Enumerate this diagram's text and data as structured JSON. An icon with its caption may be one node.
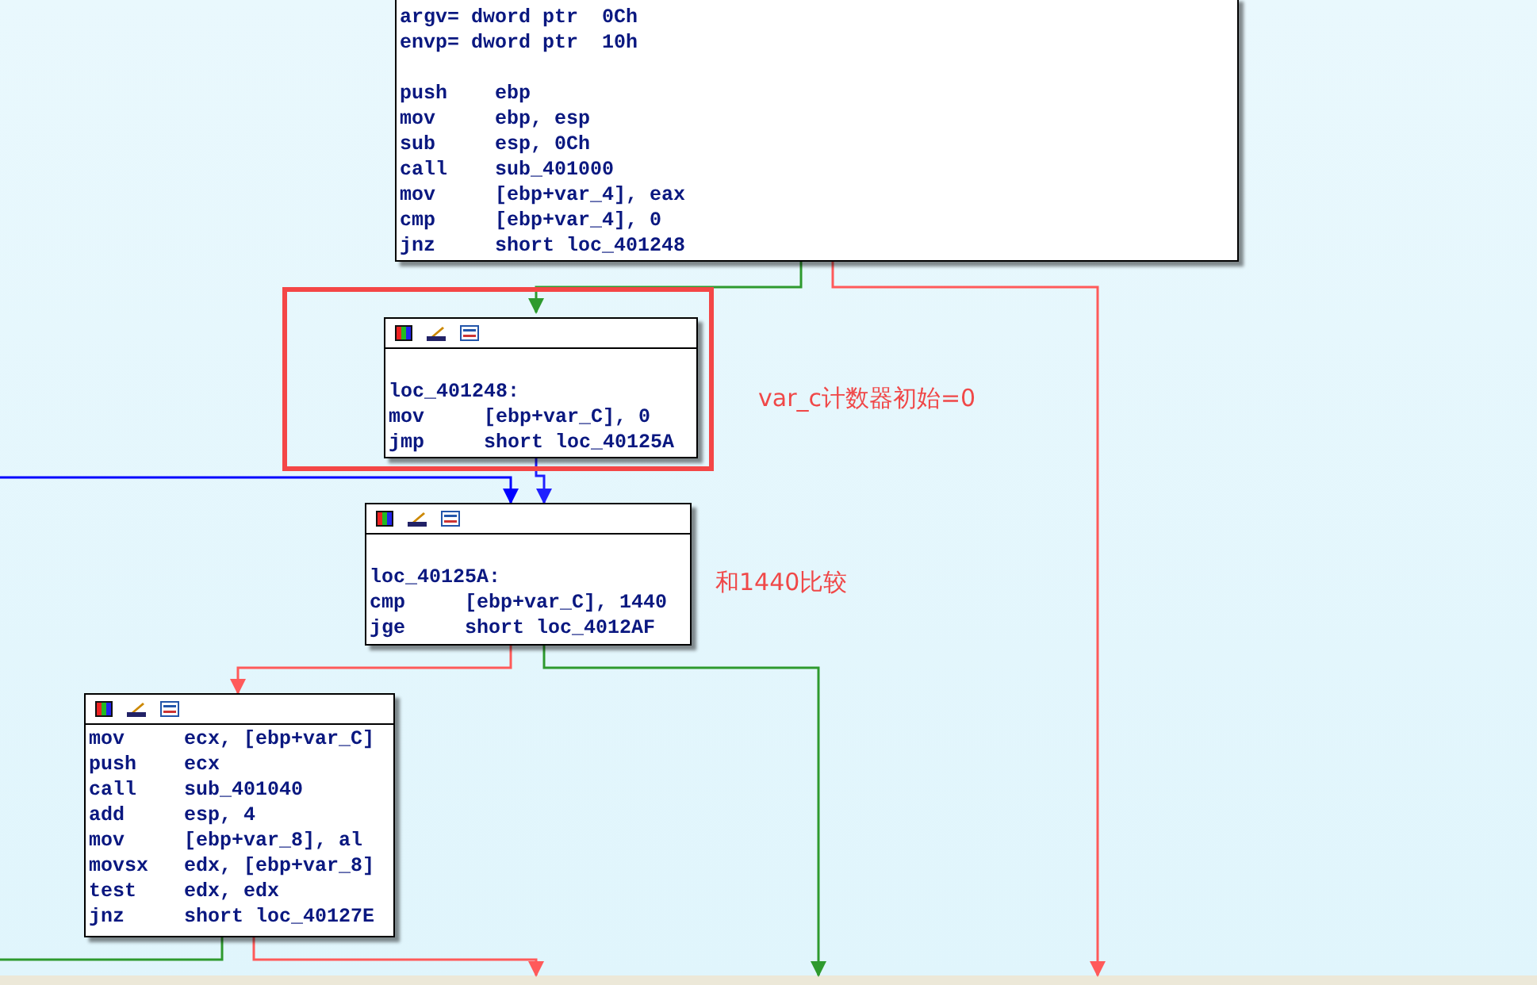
{
  "diagram": {
    "nodes": [
      {
        "text": [
          "argv= dword ptr  0Ch",
          "envp= dword ptr  10h",
          "push    ebp",
          "mov     ebp, esp",
          "sub     esp, 0Ch",
          "call    sub_401000",
          "mov     [ebp+var_4], eax",
          "cmp     [ebp+var_4], 0",
          "jnz     short loc_401248"
        ]
      },
      {
        "text": [],
        "shape": "box",
        "beside": [
          "var_c计数器初始=0"
        ]
      },
      {
        "text": [
          "loc_401248:",
          "mov     [ebp+var_C], 0",
          "jmp     short loc_40125A"
        ],
        "in": 1
      },
      {
        "text": [
          "loc_40125A:",
          "cmp     [ebp+var_C], 1440",
          "jge     short loc_4012AF"
        ],
        "beside": [
          "和1440比较"
        ]
      },
      {
        "text": [
          "mov     ecx, [ebp+var_C]",
          "push    ecx",
          "call    sub_401040",
          "add     esp, 4",
          "mov     [ebp+var_8], al",
          "movsx   edx, [ebp+var_8]",
          "test    edx, edx",
          "jnz     short loc_40127E"
        ]
      }
    ],
    "edges": [
      {
        "from": 0,
        "to": 2,
        "arrow": "to",
        "color": "#2e9a2e"
      },
      {
        "from": 0,
        "to": null,
        "arrow": "to",
        "color": "#ff5a5a"
      },
      {
        "from": 2,
        "to": 3,
        "arrow": "to",
        "color": "#2020ff"
      },
      {
        "from": null,
        "to": 3,
        "arrow": "to",
        "color": "#0000ff"
      },
      {
        "from": 3,
        "to": 4,
        "arrow": "to",
        "color": "#ff5a5a"
      },
      {
        "from": 3,
        "to": null,
        "arrow": "to",
        "color": "#2e9a2e"
      },
      {
        "from": 4,
        "to": null,
        "arrow": "none",
        "color": "#2e9a2e"
      },
      {
        "from": 4,
        "to": null,
        "arrow": "to",
        "color": "#ff5a5a"
      }
    ]
  }
}
